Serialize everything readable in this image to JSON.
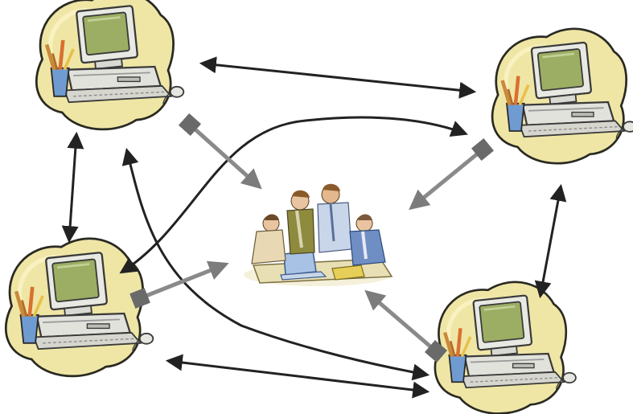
{
  "diagram": {
    "kind": "network-clipart",
    "nodes": [
      {
        "id": "computer-top-left",
        "icon": "desktop-computer-icon"
      },
      {
        "id": "computer-top-right",
        "icon": "desktop-computer-icon"
      },
      {
        "id": "computer-bottom-left",
        "icon": "desktop-computer-icon"
      },
      {
        "id": "computer-bottom-right",
        "icon": "desktop-computer-icon"
      },
      {
        "id": "people-group-center",
        "icon": "people-meeting-icon"
      }
    ],
    "colors": {
      "blob": "#efe6a6",
      "blob_edge": "#2a2a22",
      "monitor_body": "#e8e8e2",
      "screen": "#9cae63",
      "arrow_black": "#222222",
      "arrow_gray": "#8f8f8f"
    }
  }
}
